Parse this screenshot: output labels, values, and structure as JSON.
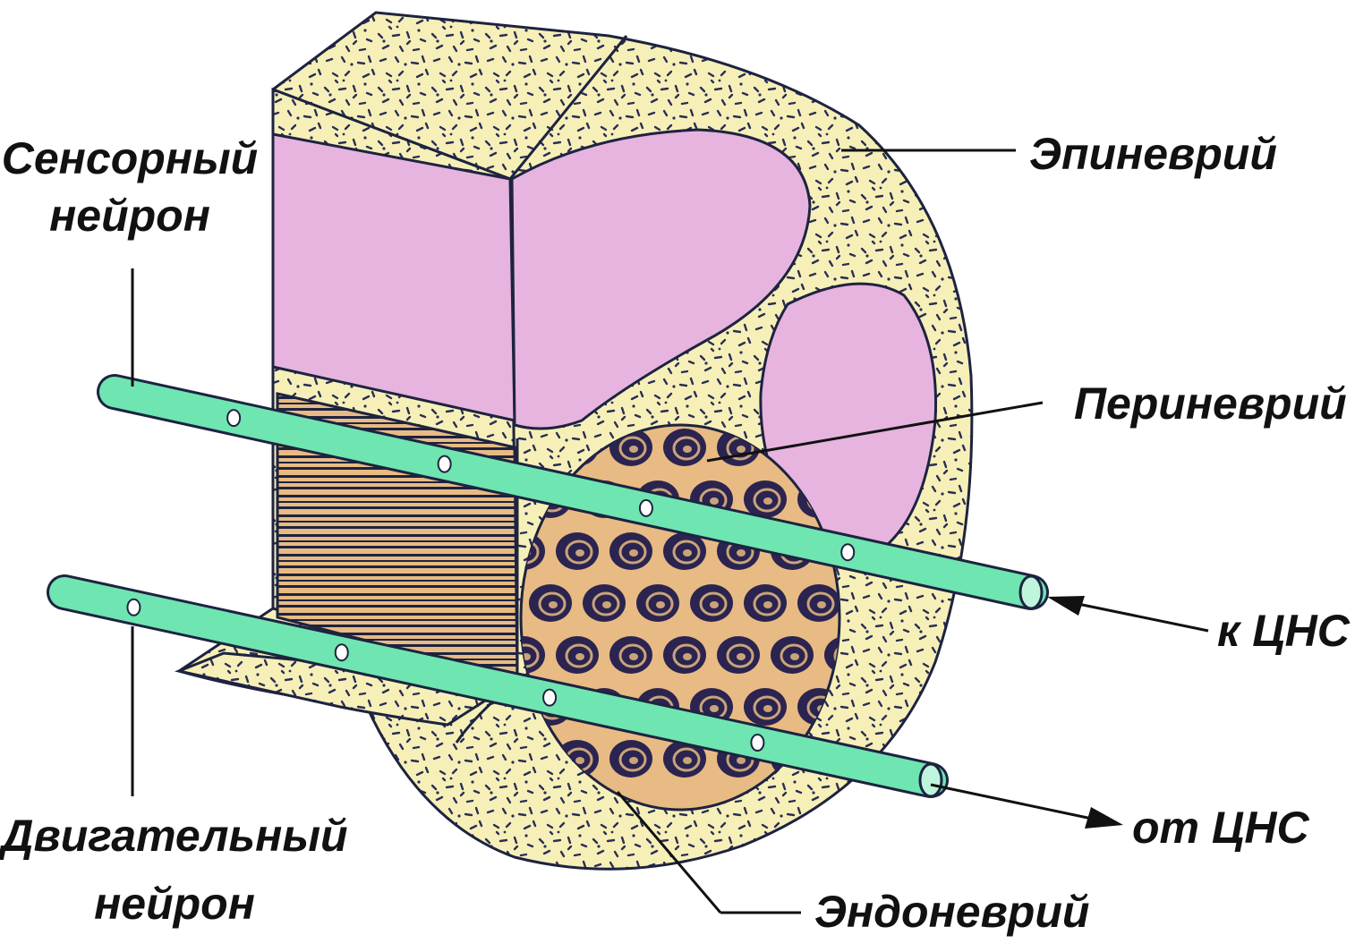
{
  "labels": {
    "sensory_line1": "Сенсорный",
    "sensory_line2": "нейрон",
    "motor_line1": "Двигательный",
    "motor_line2": "нейрон",
    "epineurium": "Эпиневрий",
    "perineurium": "Периневрий",
    "to_cns": "к ЦНС",
    "from_cns": "от ЦНС",
    "endoneurium": "Эндоневрий"
  },
  "colors": {
    "epineurium_fill": "#f6f0b8",
    "fascicle_pink": "#e6b4de",
    "fascicle_tan": "#e8bb84",
    "axon_green": "#6fe5b1",
    "outline": "#1d2340"
  }
}
